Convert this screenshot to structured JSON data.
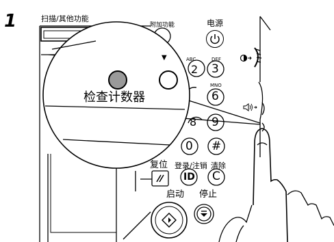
{
  "step": {
    "number": "1"
  },
  "panel": {
    "top_tab_label": "扫描/其他功能",
    "additional_functions_label": "附加功能",
    "power_label": "电源",
    "counter_check_label": "检查计数器",
    "reset_label": "复位",
    "login_logout_label": "登录/注销",
    "clear_label": "清除",
    "start_label": "启动",
    "stop_label": "停止"
  },
  "keypad": {
    "key_2": "2",
    "key_2_letters": "ABC",
    "key_3": "3",
    "key_3_letters": "DEF",
    "key_6": "6",
    "key_6_letters": "MNO",
    "key_8": "8",
    "key_9": "9",
    "key_0": "0",
    "key_hash": "#",
    "key_id": "ID",
    "key_c": "C"
  },
  "icons": {
    "power": "power-icon",
    "brightness": "brightness-icon",
    "volume": "volume-icon",
    "reset": "reset-icon",
    "start": "start-diamond-icon",
    "stop": "stop-icon"
  }
}
